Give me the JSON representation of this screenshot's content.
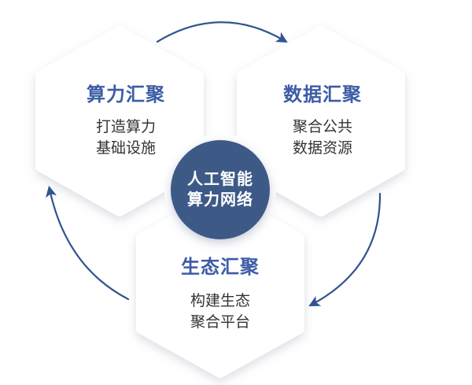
{
  "diagram": {
    "center": {
      "line1": "人工智能",
      "line2": "算力网络"
    },
    "nodes": [
      {
        "id": "computing",
        "title": "算力汇聚",
        "desc": [
          "打造算力",
          "基础设施"
        ]
      },
      {
        "id": "data",
        "title": "数据汇聚",
        "desc": [
          "聚合公共",
          "数据资源"
        ]
      },
      {
        "id": "ecosystem",
        "title": "生态汇聚",
        "desc": [
          "构建生态",
          "聚合平台"
        ]
      }
    ],
    "arrows": [
      {
        "from": "算力汇聚",
        "to": "数据汇聚"
      },
      {
        "from": "数据汇聚",
        "to": "生态汇聚"
      },
      {
        "from": "生态汇聚",
        "to": "算力汇聚"
      }
    ],
    "flow_direction": "clockwise",
    "colors": {
      "accent": "#3D5CA6",
      "circle": "#3E5A87",
      "arrow": "#30548E",
      "text": "#333333",
      "hex_fill": "#FFFFFF",
      "shadow": "#8A93A8"
    }
  }
}
